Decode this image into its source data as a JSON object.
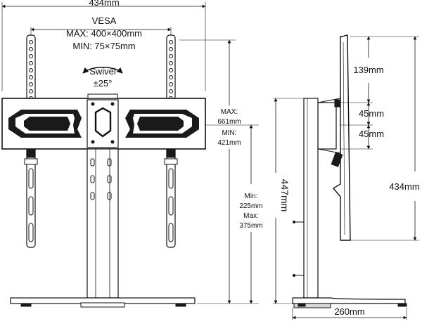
{
  "labels": {
    "top_width": "434mm",
    "vesa_title": "VESA",
    "vesa_max": "MAX: 400×400mm",
    "vesa_min": "MIN: 75×75mm",
    "swivel": "Swivel",
    "swivel_angle": "±25°",
    "height_max_label": "MAX:",
    "height_max_value": "661mm",
    "height_min_label": "MIN:",
    "height_min_value": "421mm",
    "post_min_label": "Min:",
    "post_min_value": "225mm",
    "post_max_label": "Max:",
    "post_max_value": "375mm",
    "side_height": "447mm",
    "dim_139": "139mm",
    "dim_45a": "45mm",
    "dim_45b": "45mm",
    "side_434": "434mm",
    "base_depth": "260mm"
  },
  "colors": {
    "line": "#111111",
    "fill_dark": "#1a1a1a",
    "fill_gray": "#d9d9d9"
  }
}
